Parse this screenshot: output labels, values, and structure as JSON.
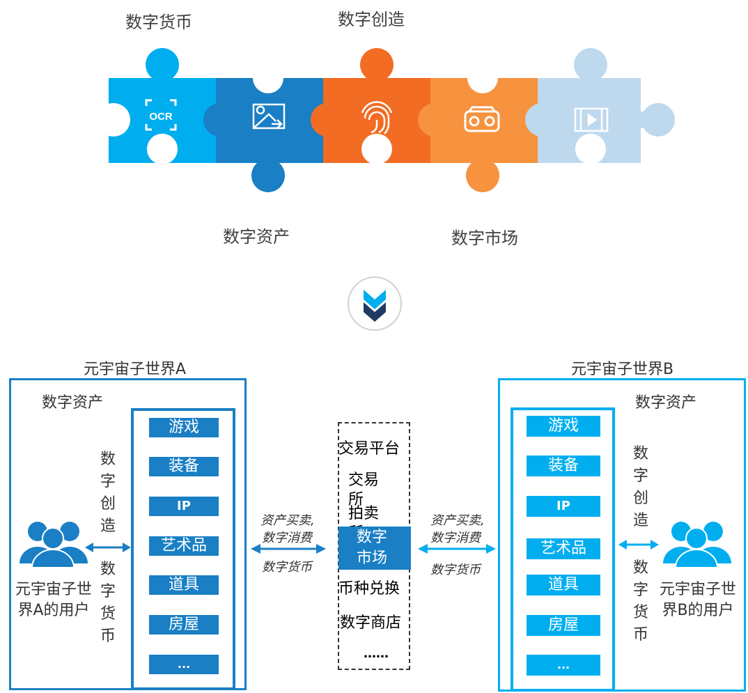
{
  "puzzle": {
    "labels": {
      "digital_currency": "数字货币",
      "digital_creation": "数字创造",
      "digital_assets": "数字资产",
      "digital_market": "数字市场"
    },
    "pieces": [
      {
        "icon": "ocr-icon",
        "color": "#00aeef",
        "text": "OCR"
      },
      {
        "icon": "image-edit-icon",
        "color": "#1a7fc4"
      },
      {
        "icon": "fingerprint-icon",
        "color": "#f26c24"
      },
      {
        "icon": "vr-headset-icon",
        "color": "#f7923e"
      },
      {
        "icon": "video-icon",
        "color": "#bed9ee"
      }
    ]
  },
  "world_a": {
    "title": "元宇宙子世界A",
    "assets_title": "数字资产",
    "items": [
      "游戏",
      "装备",
      "IP",
      "艺术品",
      "道具",
      "房屋",
      "..."
    ],
    "vertical_top": "数字创造",
    "vertical_bottom": "数字货币",
    "user_label": "元宇宙子世界A的用户",
    "color": "#1a7fc4"
  },
  "world_b": {
    "title": "元宇宙子世界B",
    "assets_title": "数字资产",
    "items": [
      "游戏",
      "装备",
      "IP",
      "艺术品",
      "道具",
      "房屋",
      "..."
    ],
    "vertical_top": "数字创造",
    "vertical_bottom": "数字货币",
    "user_label": "元宇宙子世界B的用户",
    "color": "#00aeef"
  },
  "market": {
    "trading_platform": "交易平台",
    "exchange": "交易所",
    "auction": "拍卖所",
    "digital_market": "数字市场",
    "currency_exchange": "币种兑换",
    "digital_store": "数字商店",
    "ellipsis": "……"
  },
  "arrows": {
    "left_top_1": "资产买卖,",
    "left_top_2": "数字消费",
    "left_bottom": "数字货币",
    "right_top_1": "资产买卖,",
    "right_top_2": "数字消费",
    "right_bottom": "数字货币"
  }
}
